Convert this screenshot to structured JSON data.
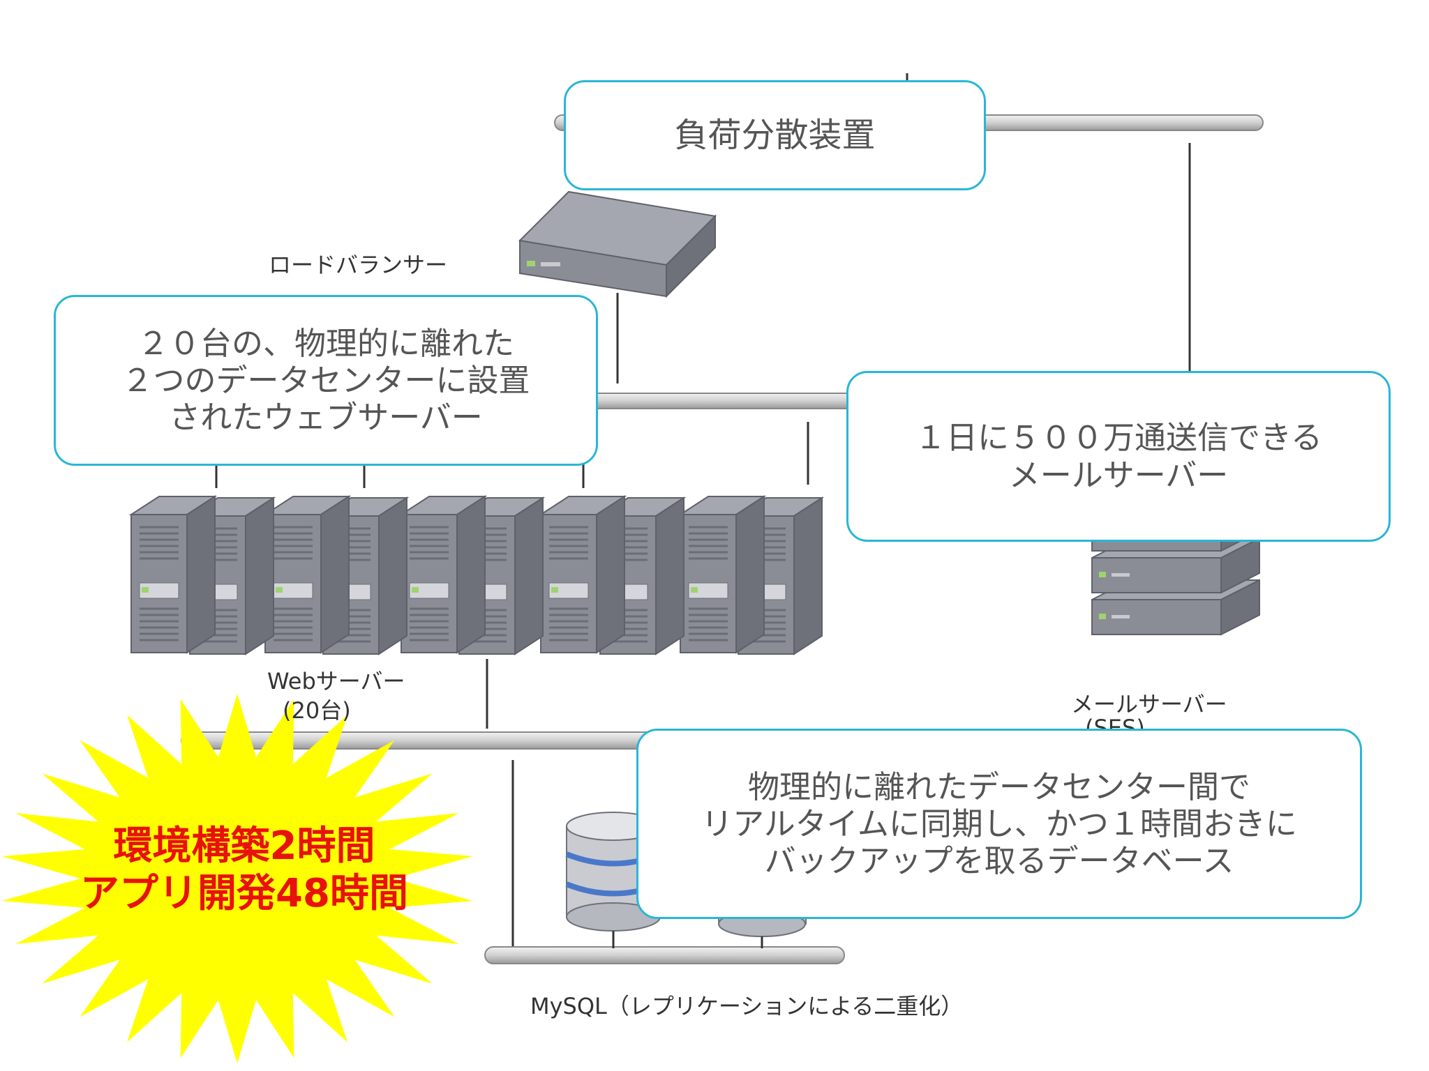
{
  "callouts": {
    "load_balancer": [
      "負荷分散装置"
    ],
    "web_servers": [
      "２０台の、物理的に離れた",
      "２つのデータセンターに設置",
      "されたウェブサーバー"
    ],
    "mail_server": [
      "１日に５００万通送信できる",
      "メールサーバー"
    ],
    "database": [
      "物理的に離れたデータセンター間で",
      "リアルタイムに同期し、かつ１時間おきに",
      "バックアップを取るデータベース"
    ]
  },
  "labels": {
    "load_balancer": "ロードバランサー",
    "web_servers": "Webサーバー",
    "web_servers_count": "(20台)",
    "mail_server": "メールサーバー",
    "mail_server_ses": "(SES)",
    "mysql": "MySQL（レプリケーションによる二重化）"
  },
  "burst": {
    "lines": [
      "環境構築2時間",
      "アプリ開発48時間"
    ],
    "fill_color": "#ffff00",
    "text_color": "#e8120c"
  },
  "colors": {
    "callout_border": "#29b6d6",
    "server_gray": "#8a8d96",
    "network_bar": "#d8d8d8"
  }
}
